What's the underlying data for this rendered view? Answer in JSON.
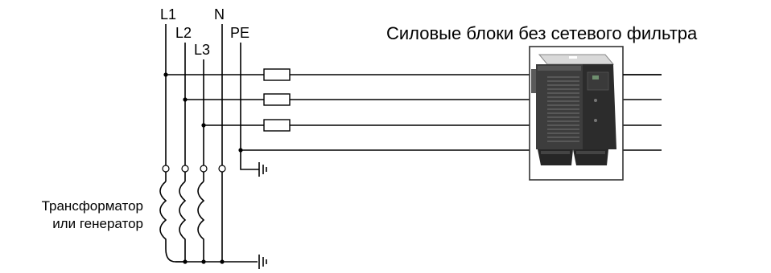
{
  "diagram": {
    "title": "Силовые блоки без сетевого фильтра",
    "source_label_line1": "Трансформатор",
    "source_label_line2": "или генератор",
    "conductors": {
      "l1": "L1",
      "l2": "L2",
      "l3": "L3",
      "n": "N",
      "pe": "PE"
    },
    "icons": {
      "fuse": "fuse-icon",
      "ground": "ground-icon",
      "winding": "transformer-winding-icon",
      "power_unit": "power-unit-image"
    },
    "colors": {
      "line": "#000000",
      "unit_frame": "#333333",
      "unit_body": "#3b3b3b"
    }
  }
}
